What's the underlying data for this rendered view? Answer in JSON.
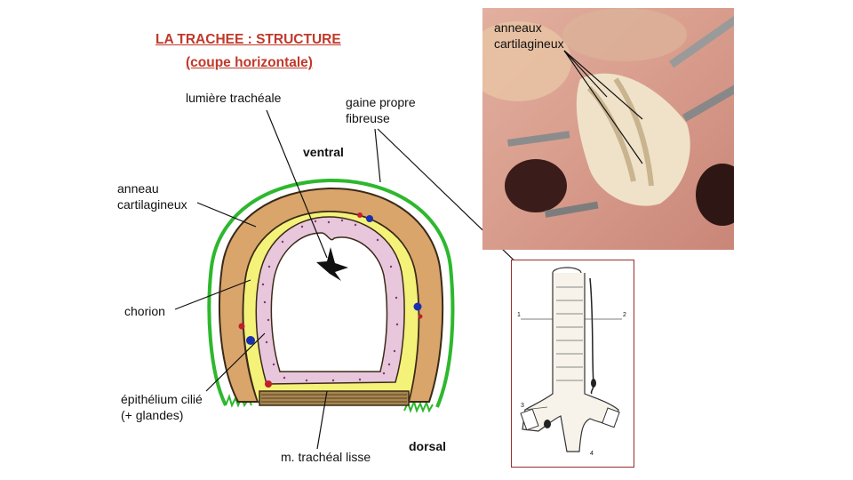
{
  "title": {
    "line1": "LA TRACHEE : STRUCTURE",
    "line2": "(coupe horizontale)"
  },
  "labels": {
    "lumiere": "lumière trachéale",
    "gaine_line1": "gaine propre",
    "gaine_line2": "fibreuse",
    "ventral": "ventral",
    "anneau_line1": "anneau",
    "anneau_line2": "cartilagineux",
    "chorion": "chorion",
    "epithelium_line1": "épithélium cilié",
    "epithelium_line2": "(+ glandes)",
    "muscle": "m. trachéal lisse",
    "dorsal": "dorsal",
    "photo_line1": "anneaux",
    "photo_line2": "cartilagineux",
    "sketch_num1": "1",
    "sketch_num2": "2",
    "sketch_num3": "3",
    "sketch_num4": "4"
  },
  "colors": {
    "title": "#c0392b",
    "fibrous_sheath": "#2db82d",
    "cartilage": "#d9a56b",
    "chorion": "#f4f279",
    "epithelium": "#e8c6dc",
    "muscle": "#8a6a3a",
    "frame": "#9b2a2a"
  },
  "icons": {
    "lumen_marker": "four-point-star-icon"
  }
}
